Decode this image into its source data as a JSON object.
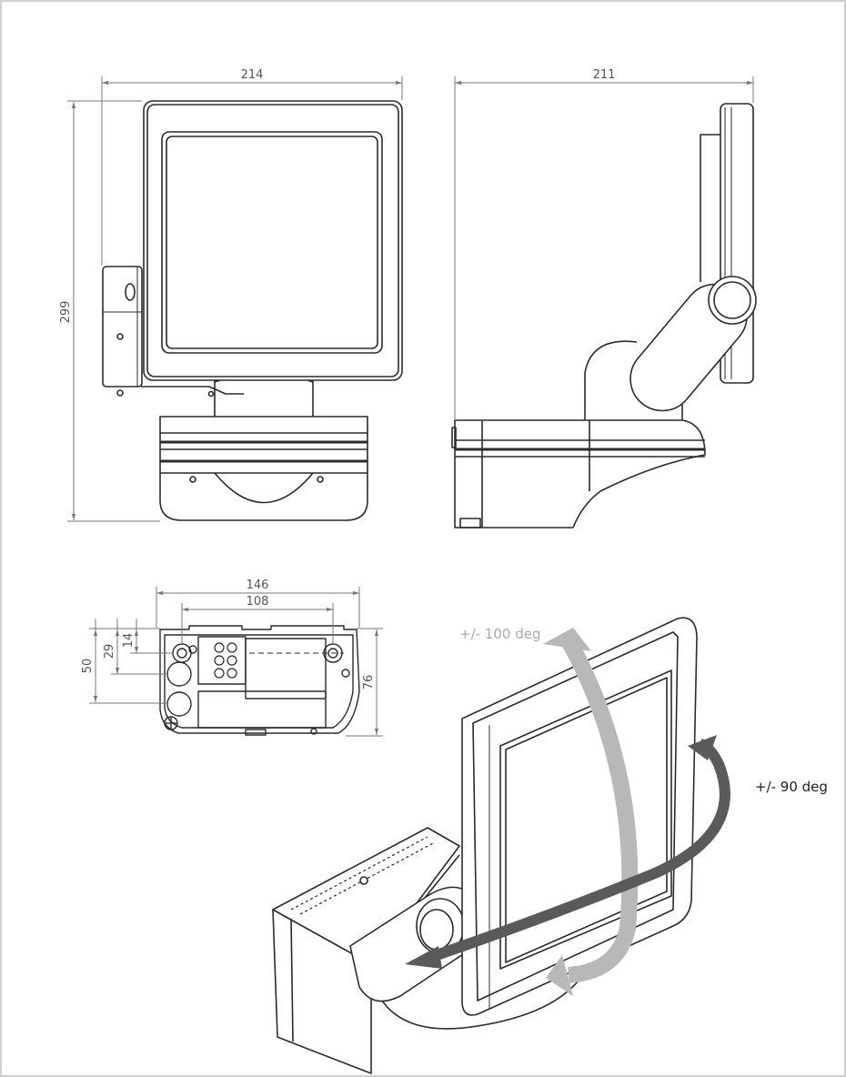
{
  "dimensions": {
    "front_width": "214",
    "front_height": "299",
    "side_depth": "211",
    "base_width": "146",
    "base_hole_spacing": "108",
    "base_height": "76",
    "base_offset_50": "50",
    "base_offset_29": "29",
    "base_offset_14": "14"
  },
  "rotation": {
    "vertical": "+/- 100 deg",
    "horizontal": "+/- 90 deg"
  },
  "colors": {
    "line": "#2b2b2b",
    "dim_line": "#777777",
    "vertical_arrow": "#b8b8b8",
    "horizontal_arrow": "#5a5a5a"
  }
}
